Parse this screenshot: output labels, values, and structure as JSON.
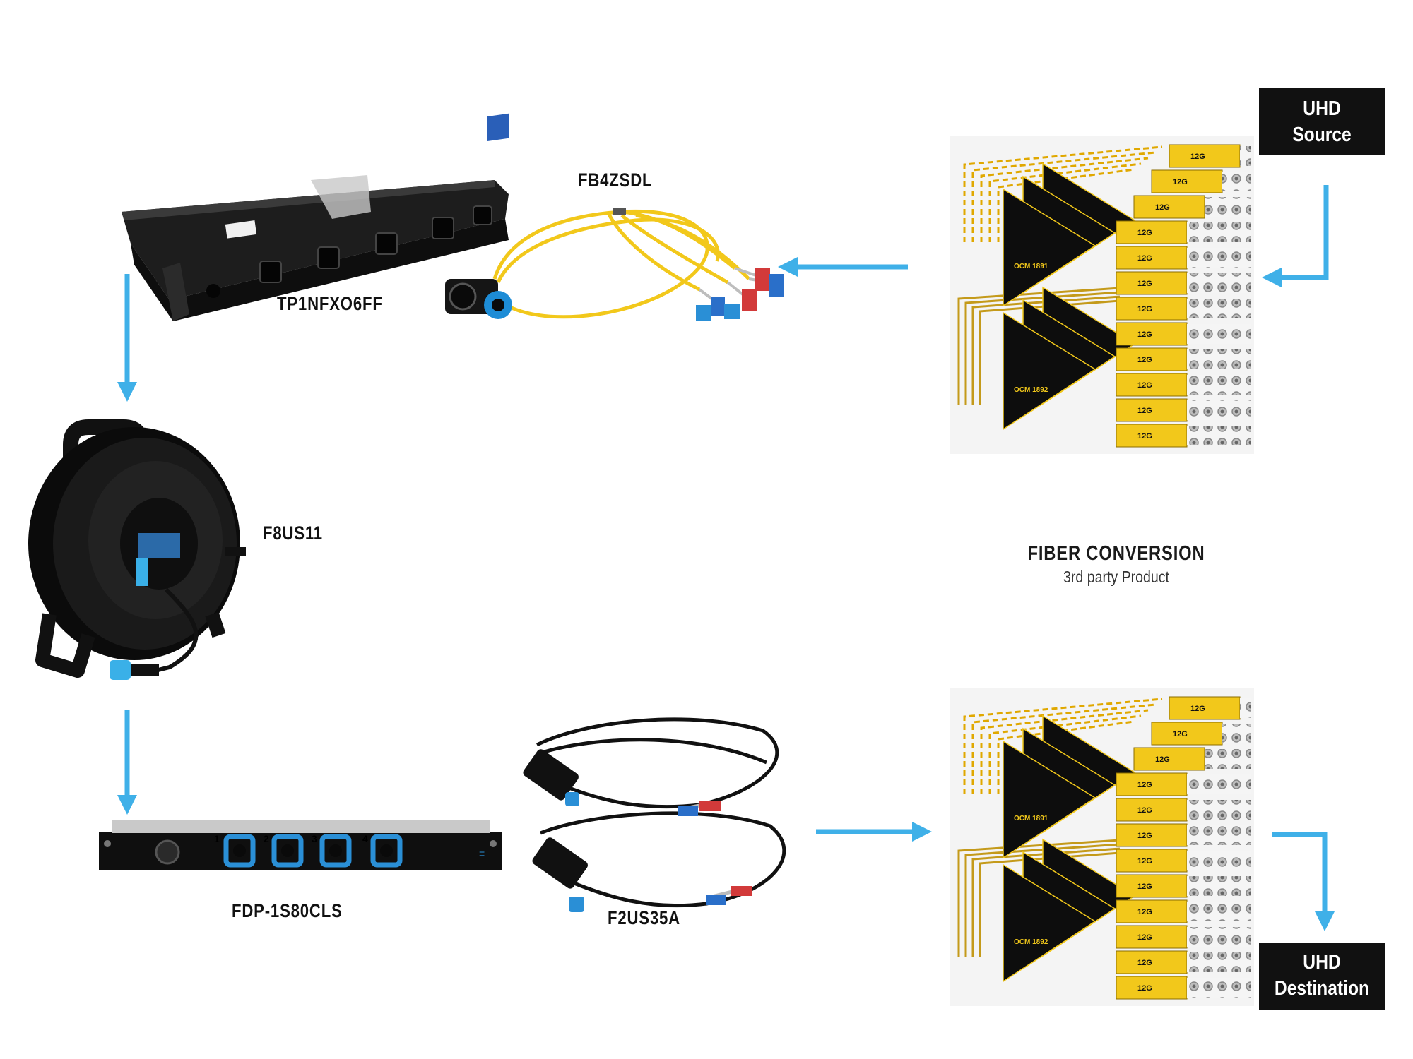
{
  "colors": {
    "arrow": "#3FB0E8",
    "fiber_yellow": "#F2C81B",
    "device_black": "#141414",
    "connector_blue": "#2A8FD6",
    "box_bg": "#111111"
  },
  "products": {
    "panel": "TP1NFXO6FF",
    "breakout": "FB4ZSDL",
    "reel": "F8US11",
    "distribution_panel": "FDP-1S80CLS",
    "cable": "F2US35A"
  },
  "conversion": {
    "title": "FIBER CONVERSION",
    "subtitle": "3rd party Product",
    "module_labels": [
      "OCM 1891",
      "OCM 1892"
    ],
    "card_label": "12G"
  },
  "source_box": {
    "line1": "UHD",
    "line2": "Source"
  },
  "destination_box": {
    "line1": "UHD",
    "line2": "Destination"
  },
  "panel_ports": [
    "1",
    "2",
    "3",
    "4"
  ]
}
